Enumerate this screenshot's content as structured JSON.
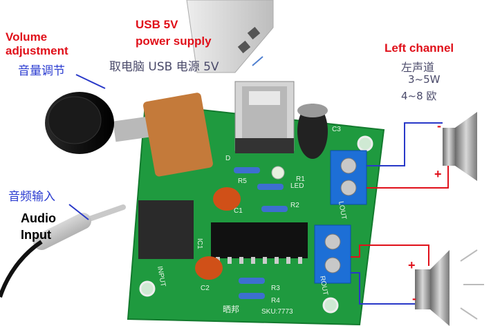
{
  "labels": {
    "volume_en": "Volume\nadjustment",
    "volume_cn": "音量调节",
    "usb_en": "USB 5V\npower supply",
    "usb_cn": "取电脑 USB 电源 5V",
    "left_channel_en": "Left channel",
    "left_channel_cn": "左声道",
    "power_spec": "3~5W",
    "impedance_spec": "4~8 欧",
    "audio_cn": "音频输入",
    "audio_en": "Audio\nInput"
  },
  "board_silkscreen": {
    "lout": "LOUT",
    "rout": "ROUT",
    "input": "INPUT",
    "r1": "R1",
    "r2": "R2",
    "r3": "R3",
    "r4": "R4",
    "r5": "R5",
    "c1": "C1",
    "c2": "C2",
    "c3": "C3",
    "ic1": "IC1",
    "led": "LED",
    "d": "D",
    "brand": "晒邦",
    "sku": "SKU:7773"
  },
  "speaker_polarity": {
    "minus": "-",
    "plus": "+"
  },
  "colors": {
    "pcb": "#1f9a3f",
    "label_red": "#e0101a",
    "label_blue": "#2a3bd0",
    "terminal_blue": "#1d6fd6",
    "wire_red": "#e0101a",
    "wire_blue": "#2838c8"
  }
}
